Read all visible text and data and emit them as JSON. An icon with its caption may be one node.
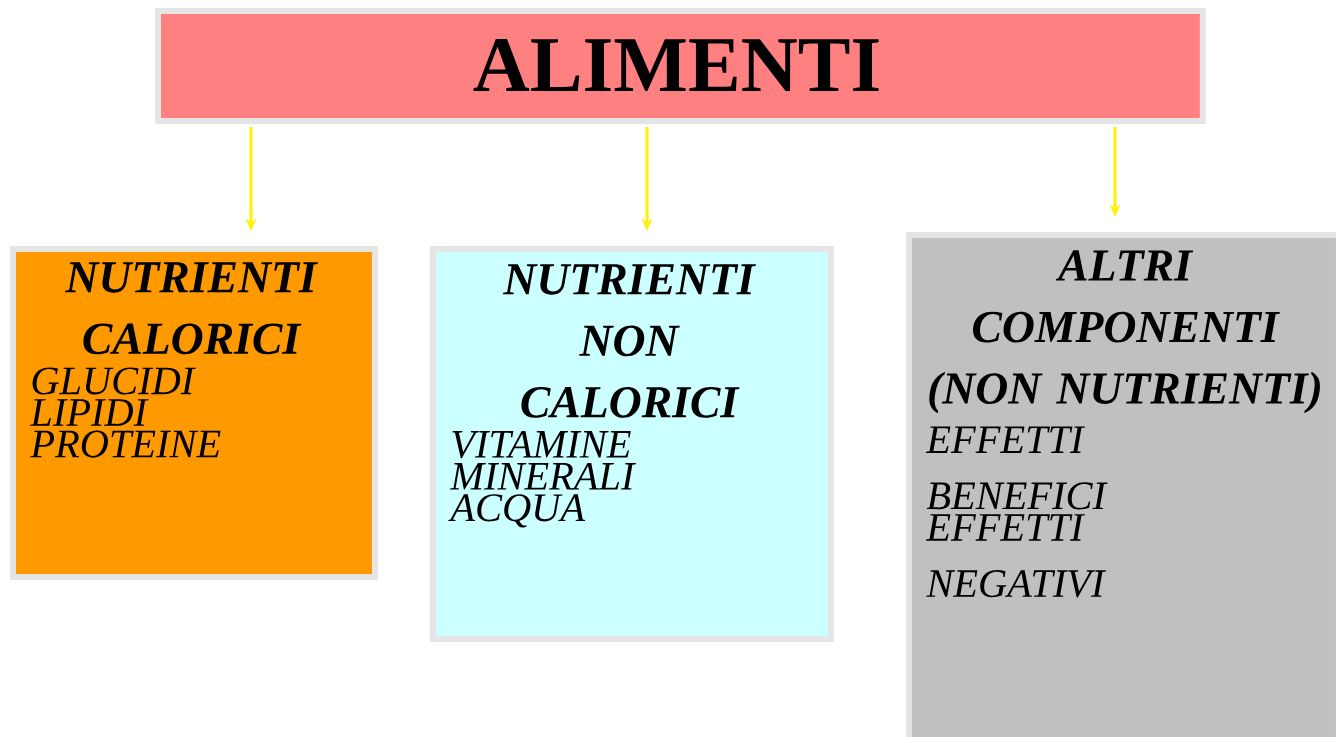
{
  "diagram": {
    "nodes": [
      {
        "text": [
          "ALIMENTI"
        ]
      },
      {
        "text": [
          "NUTRIENTI CALORICI",
          "GLUCIDI",
          "LIPIDI",
          "PROTEINE"
        ]
      },
      {
        "text": [
          "NUTRIENTI NON CALORICI",
          "VITAMINE",
          "MINERALI",
          "ACQUA"
        ]
      },
      {
        "text": [
          "ALTRI COMPONENTI (NON NUTRIENTI)",
          "EFFETTI BENEFICI",
          "EFFETTI NEGATIVI"
        ]
      }
    ],
    "edges": [
      {
        "from": 0,
        "to": 1,
        "arrow": "to"
      },
      {
        "from": 0,
        "to": 2,
        "arrow": "to"
      },
      {
        "from": 0,
        "to": 3,
        "arrow": "to"
      }
    ]
  }
}
